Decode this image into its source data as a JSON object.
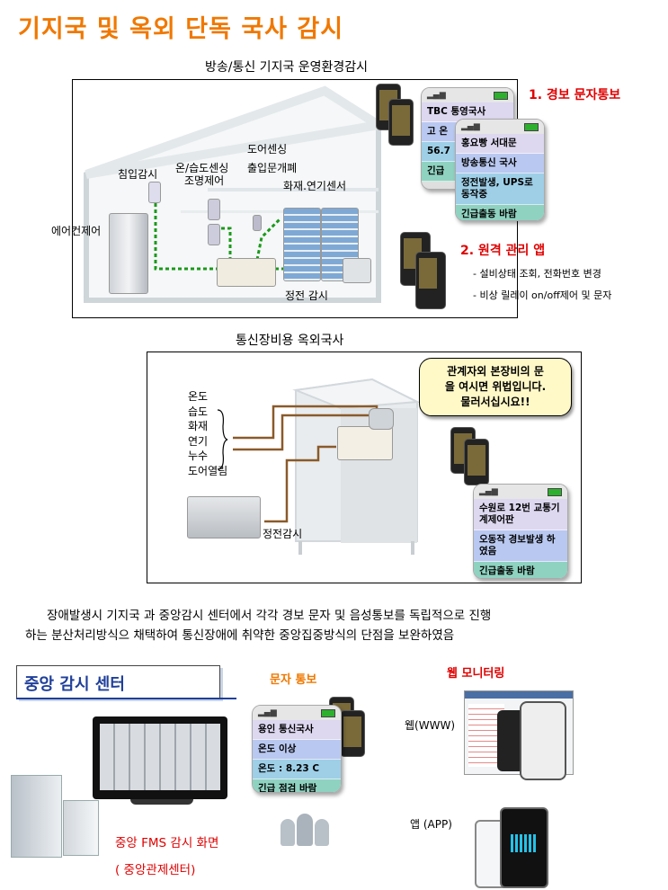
{
  "title": "기지국 및  옥외 단독 국사 감시",
  "section1": {
    "title": "방송/통신 기지국 운영환경감시",
    "labels": {
      "door_sensing": "도어센싱",
      "intrusion": "침입감시",
      "temp_humidity": "온/습도센싱",
      "lighting": "조명제어",
      "access": "출입문개폐",
      "fire_smoke": "화재.연기센서",
      "aircon": "에어컨제어",
      "power_outage": "정전 감시"
    },
    "heading_alert": "1. 경보 문자통보",
    "heading_remote": "2. 원격 관리 앱",
    "remote_items": [
      "- 설비상태 조회, 전화번호 변경",
      "- 비상 릴레이 on/off제어 및 문자"
    ],
    "msg_back": [
      "TBC 통영국사",
      "고 온",
      "56.7",
      "긴급"
    ],
    "msg_front": [
      "홍요빵 서대문",
      "방송통신 국사",
      "정전발생, UPS로 동작중",
      "긴급출동 바람"
    ]
  },
  "section2": {
    "title": "통신장비용 옥외국사",
    "sensors": [
      "온도",
      "습도",
      "화재",
      "연기",
      "누수",
      "도어열림"
    ],
    "power_outage": "정전감시",
    "warning": [
      "관계자외 본장비의 문",
      "을 여시면 위법입니다.",
      "물러서십시요!!"
    ],
    "msg": [
      "수원로 12번 교통기계제어판",
      "오동작 경보발생 하였음",
      "긴급출동 바람"
    ]
  },
  "paragraph": [
    "장애발생시 기지국 과 중앙감시 센터에서 각각 경보 문자 및 음성통보를 독립적으로 진행",
    "하는 분산처리방식으 채택하여 통신장애에 취약한 중앙집중방식의 단점을 보완하였음"
  ],
  "section3": {
    "title": "중앙 감시 센터",
    "sms_label": "문자 통보",
    "web_label": "웹 모니터링",
    "web": "웹(WWW)",
    "app": "앱  (APP)",
    "fms_label": "중앙 FMS 감시 화면",
    "fms_sub": "( 중앙관제센터)",
    "msg": [
      "용인 통신국사",
      "온도 이상",
      "온도 : 8.23 C",
      "긴급 점검 바람"
    ]
  },
  "colors": {
    "title": "#f07800",
    "alert": "#e00000",
    "center_title": "#1f3f9a"
  }
}
